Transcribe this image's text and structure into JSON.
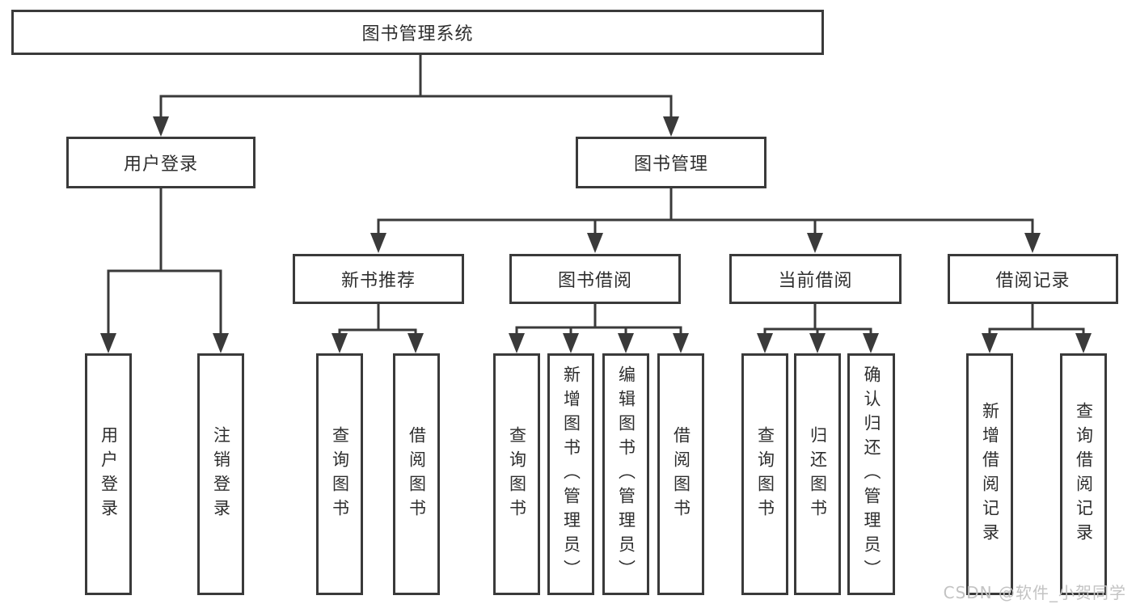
{
  "diagram": {
    "title": "图书管理系统",
    "children": [
      {
        "label": "用户登录",
        "children": [
          {
            "label": "用户登录"
          },
          {
            "label": "注销登录"
          }
        ]
      },
      {
        "label": "图书管理",
        "children": [
          {
            "label": "新书推荐",
            "children": [
              {
                "label": "查询图书"
              },
              {
                "label": "借阅图书"
              }
            ]
          },
          {
            "label": "图书借阅",
            "children": [
              {
                "label": "查询图书"
              },
              {
                "label": "新增图书（管理员）"
              },
              {
                "label": "编辑图书（管理员）"
              },
              {
                "label": "借阅图书"
              }
            ]
          },
          {
            "label": "当前借阅",
            "children": [
              {
                "label": "查询图书"
              },
              {
                "label": "归还图书"
              },
              {
                "label": "确认归还（管理员）"
              }
            ]
          },
          {
            "label": "借阅记录",
            "children": [
              {
                "label": "新增借阅记录"
              },
              {
                "label": "查询借阅记录"
              }
            ]
          }
        ]
      }
    ]
  },
  "watermark": {
    "text": "CSDN @软件_小贺同学"
  },
  "colors": {
    "line": "#3a3a3a",
    "text": "#2e2e2e",
    "background": "#ffffff",
    "watermark": "#c3c3c3"
  }
}
